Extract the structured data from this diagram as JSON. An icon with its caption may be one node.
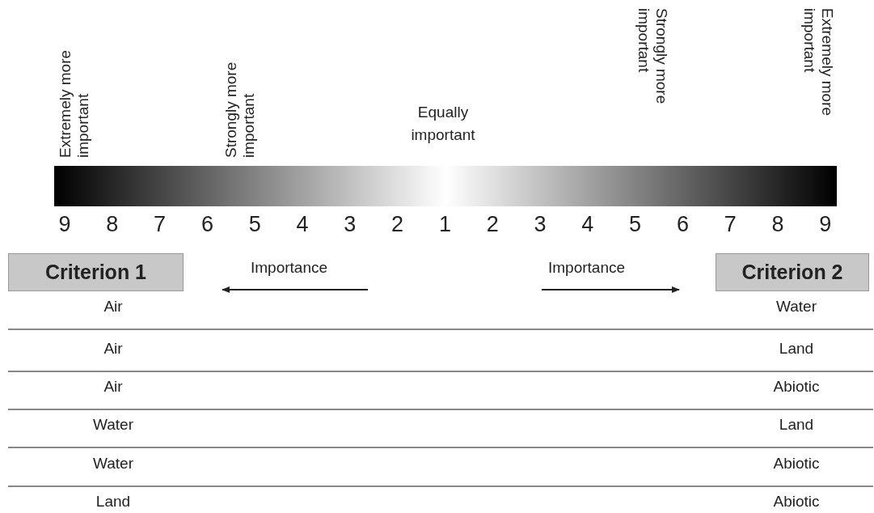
{
  "diagram": {
    "nodes": [
      {
        "text": [],
        "shape": "bar"
      },
      {
        "text": [
          "Criterion 1"
        ]
      },
      {
        "text": [
          "Criterion 2"
        ]
      }
    ],
    "labels": [
      "Extremely more important",
      "Strongly more important",
      "Equally important",
      "Strongly more important",
      "Extremely more important",
      "9",
      "8",
      "7",
      "6",
      "5",
      "4",
      "3",
      "2",
      "1",
      "2",
      "3",
      "4",
      "5",
      "6",
      "7",
      "8",
      "9",
      "Importance",
      "Importance",
      "Air",
      "Water",
      "Air",
      "Land",
      "Air",
      "Abiotic",
      "Water",
      "Land",
      "Water",
      "Abiotic",
      "Land",
      "Abiotic"
    ]
  }
}
